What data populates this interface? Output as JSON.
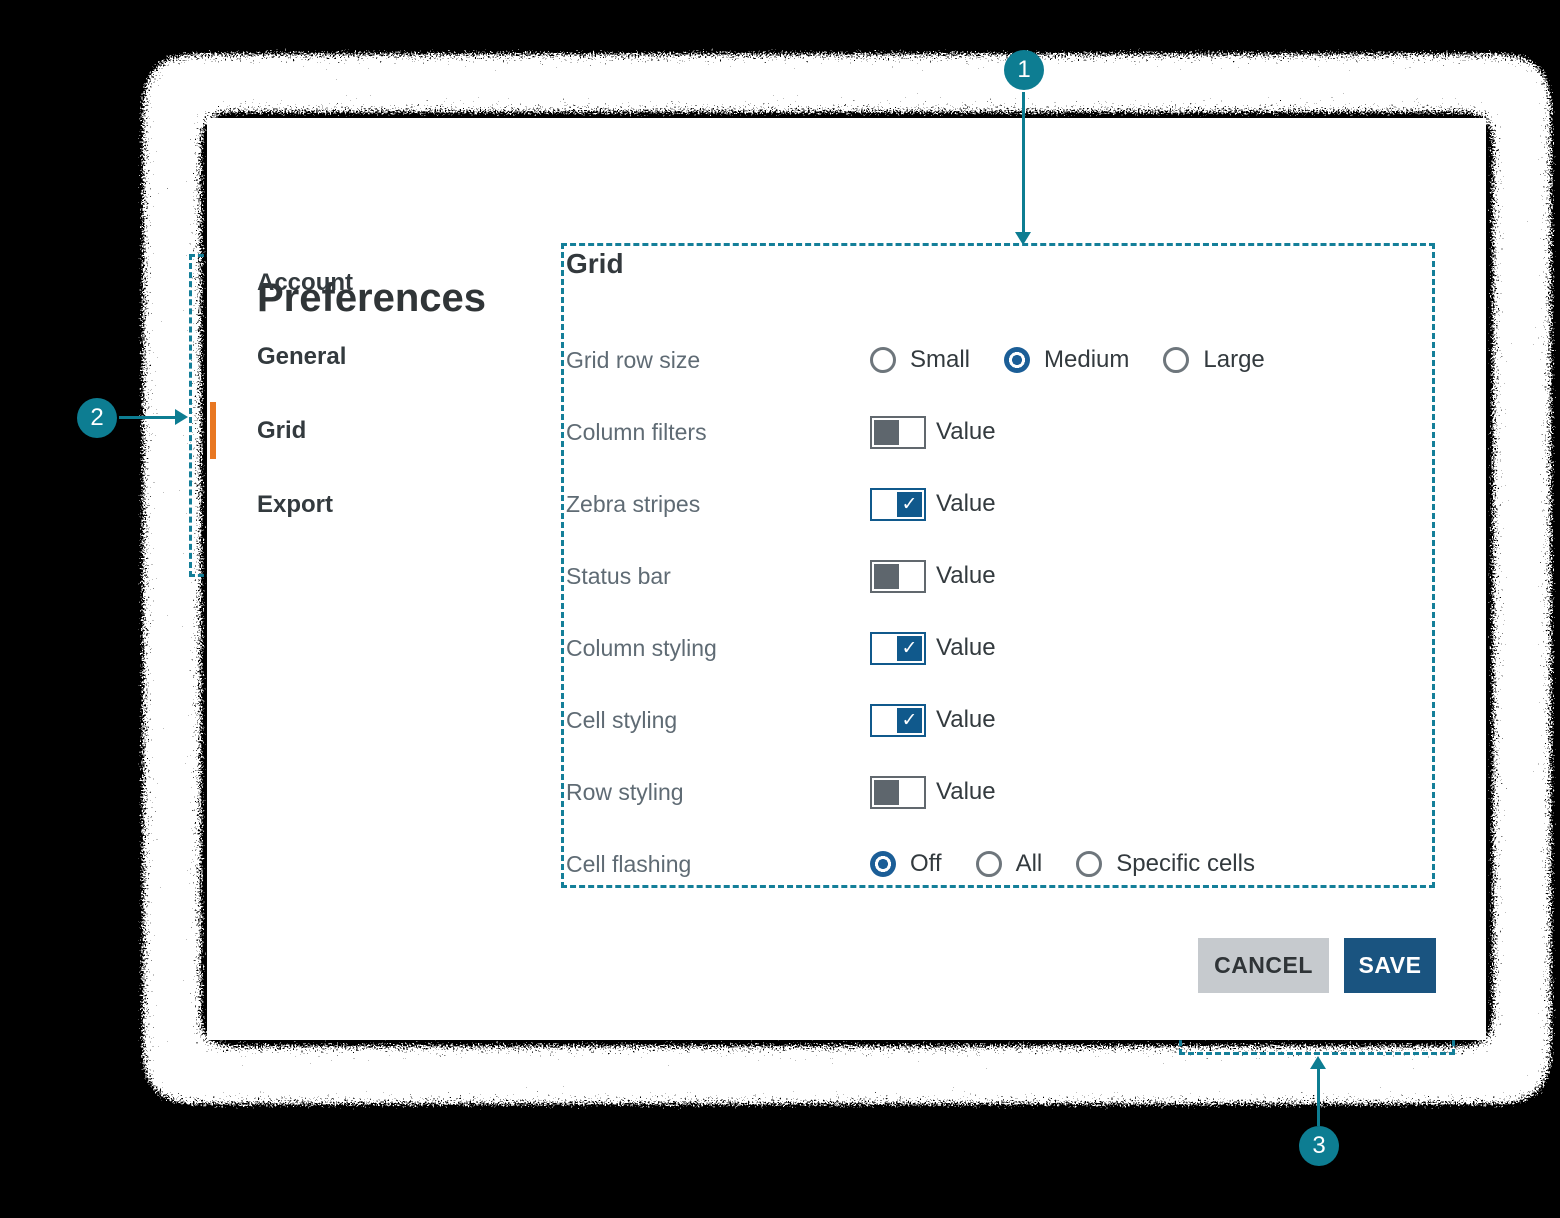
{
  "dialog": {
    "title": "Preferences",
    "sidebar": {
      "items": [
        {
          "label": "Account",
          "selected": false
        },
        {
          "label": "General",
          "selected": false
        },
        {
          "label": "Grid",
          "selected": true
        },
        {
          "label": "Export",
          "selected": false
        }
      ]
    },
    "content": {
      "heading": "Grid",
      "check_glyph": "✓",
      "rows": [
        {
          "label": "Grid row size",
          "type": "radio-group",
          "options": [
            {
              "label": "Small",
              "selected": false
            },
            {
              "label": "Medium",
              "selected": true
            },
            {
              "label": "Large",
              "selected": false
            }
          ]
        },
        {
          "label": "Column filters",
          "type": "toggle",
          "checked": false,
          "value_label": "Value"
        },
        {
          "label": "Zebra stripes",
          "type": "toggle",
          "checked": true,
          "value_label": "Value"
        },
        {
          "label": "Status bar",
          "type": "toggle",
          "checked": false,
          "value_label": "Value"
        },
        {
          "label": "Column styling",
          "type": "toggle",
          "checked": true,
          "value_label": "Value"
        },
        {
          "label": "Cell styling",
          "type": "toggle",
          "checked": true,
          "value_label": "Value"
        },
        {
          "label": "Row styling",
          "type": "toggle",
          "checked": false,
          "value_label": "Value"
        },
        {
          "label": "Cell flashing",
          "type": "radio-group",
          "options": [
            {
              "label": "Off",
              "selected": true
            },
            {
              "label": "All",
              "selected": false
            },
            {
              "label": "Specific cells",
              "selected": false
            }
          ]
        }
      ]
    },
    "buttons": {
      "cancel": "CANCEL",
      "save": "SAVE"
    }
  },
  "annotations": {
    "items": [
      {
        "number": "1",
        "target": "grid-settings-panel"
      },
      {
        "number": "2",
        "target": "sidebar-navigation"
      },
      {
        "number": "3",
        "target": "action-buttons"
      }
    ]
  },
  "colors": {
    "annotation_teal": "#0d7d92",
    "dashed_border_teal": "#147f99",
    "active_tab_orange": "#e87722",
    "radio_blue": "#1b5e97",
    "toggle_blue": "#10598c",
    "save_button_blue": "#1a5480",
    "cancel_button_gray": "#c6cace",
    "label_gray": "#5f6b74",
    "text_dark": "#333a3e",
    "card_background": "#ffffff",
    "page_background": "#000000"
  }
}
